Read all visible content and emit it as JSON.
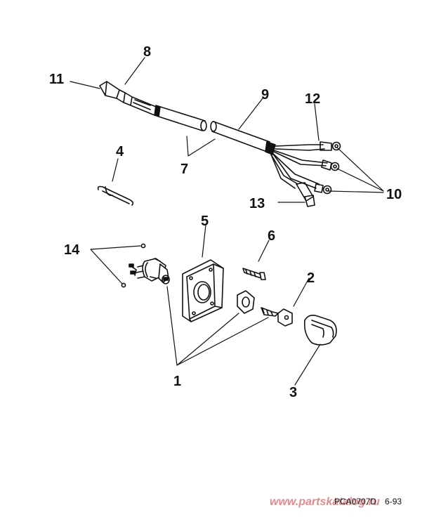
{
  "callouts": {
    "c1": "1",
    "c2": "2",
    "c3": "3",
    "c4": "4",
    "c5": "5",
    "c6": "6",
    "c7": "7",
    "c8": "8",
    "c9": "9",
    "c10": "10",
    "c11": "11",
    "c12": "12",
    "c13": "13",
    "c14": "14"
  },
  "footer": {
    "drawing_code": "PCA0707D",
    "date": "6-93",
    "watermark": "www.partskatalog.ru"
  },
  "parts": {
    "p1": "ignition-switch",
    "p2": "key",
    "p3": "knob",
    "p4": "clip",
    "p5": "bracket",
    "p6": "screw",
    "p7": "wire-harness",
    "p14": "screws"
  }
}
